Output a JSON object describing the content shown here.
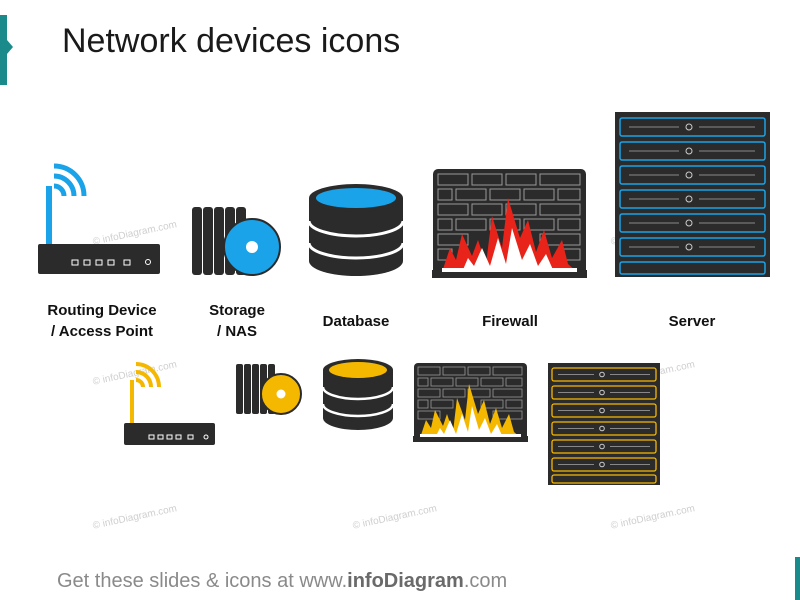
{
  "title": "Network devices icons",
  "labels": {
    "routing_line1": "Routing Device",
    "routing_line2": "/ Access Point",
    "storage_line1": "Storage",
    "storage_line2": "/ NAS",
    "database": "Database",
    "firewall": "Firewall",
    "server": "Server"
  },
  "watermark": "© infoDiagram.com",
  "footer": {
    "prefix": "Get these slides & icons at www.",
    "brand": "infoDiagram",
    "suffix": ".com"
  },
  "colors": {
    "blue_accent": "#1aa3e8",
    "yellow_accent": "#f5b800",
    "flame_red": "#e8231a",
    "device_dark": "#2b2b2b",
    "teal_bar": "#1a8a8a"
  },
  "icons": [
    "router-icon-blue",
    "storage-icon-blue",
    "database-icon-blue",
    "firewall-icon-red",
    "server-icon-blue",
    "router-icon-yellow",
    "storage-icon-yellow",
    "database-icon-yellow",
    "firewall-icon-yellow",
    "server-icon-yellow"
  ]
}
